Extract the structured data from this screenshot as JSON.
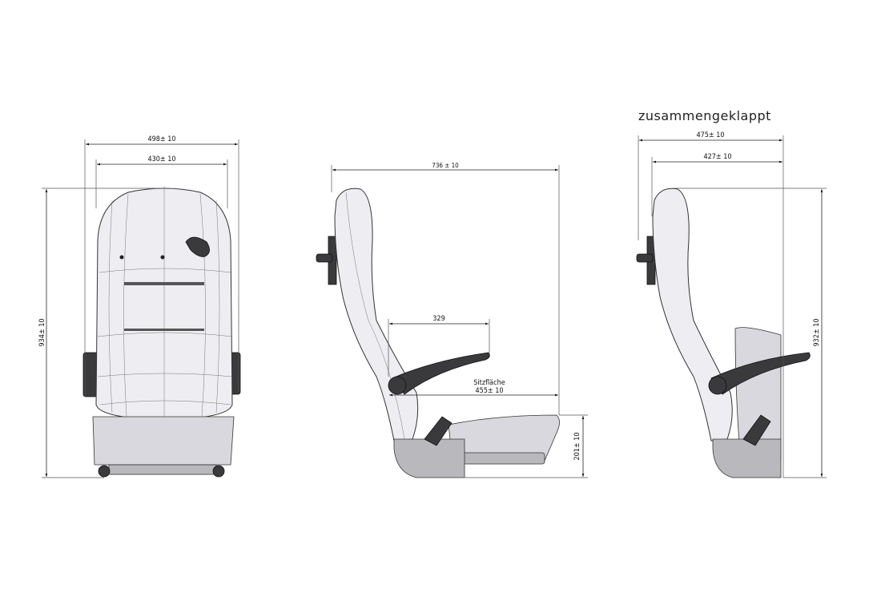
{
  "front_view": {
    "width_outer": "498± 10",
    "width_inner": "430± 10",
    "height": "934± 10"
  },
  "side_view": {
    "depth_total": "736 ± 10",
    "armrest_length": "329",
    "seat_label": "Sitzfläche",
    "seat_depth": "455± 10",
    "seat_height": "201± 10"
  },
  "folded_view": {
    "title": "zusammengeklappt",
    "width_outer": "475± 10",
    "width_inner": "427± 10",
    "height": "932± 10"
  }
}
